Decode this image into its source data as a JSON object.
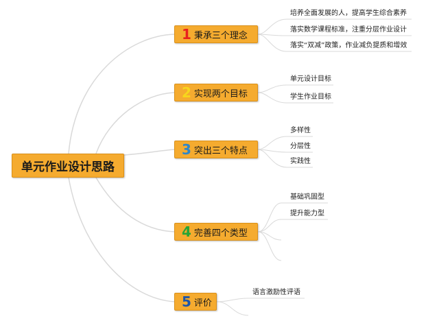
{
  "central": {
    "label": "单元作业设计思路"
  },
  "colors": {
    "node_fill": "#f5ab2f",
    "node_border": "#d98f18",
    "line": "#d9d9d9"
  },
  "branches": [
    {
      "number": "1",
      "label": "秉承三个理念",
      "number_color": "#e8201d",
      "leaves": [
        "培养全面发展的人，提高学生综合素养",
        "落实数学课程标准，注重分层作业设计",
        "落实“双减”政策，作业减负提质和增效"
      ]
    },
    {
      "number": "2",
      "label": "实现两个目标",
      "number_color": "#f7d61c",
      "leaves": [
        "单元设计目标",
        "学生作业目标"
      ]
    },
    {
      "number": "3",
      "label": "突出三个特点",
      "number_color": "#2f86c8",
      "leaves": [
        "多样性",
        "分层性",
        "实践性"
      ]
    },
    {
      "number": "4",
      "label": "完善四个类型",
      "number_color": "#27a436",
      "leaves": [
        "基础巩固型",
        "提升能力型",
        "",
        ""
      ]
    },
    {
      "number": "5",
      "label": "评价",
      "number_color": "#1f56a8",
      "leaves": [
        "语言激励性评语",
        ""
      ]
    }
  ]
}
